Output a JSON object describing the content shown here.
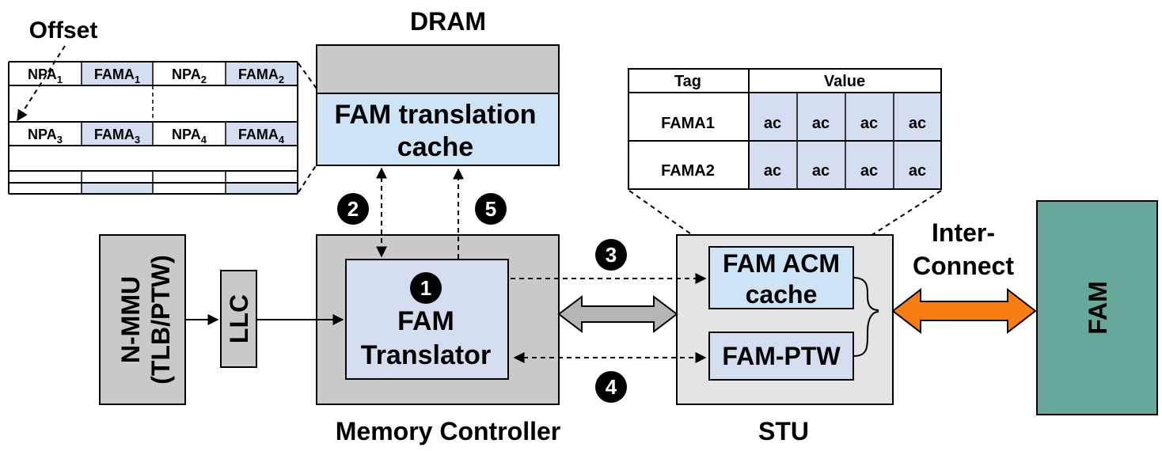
{
  "labels": {
    "offset": "Offset",
    "dram": "DRAM",
    "translation_cache_line1": "FAM translation",
    "translation_cache_line2": "cache",
    "nmmu_line1": "N-MMU",
    "nmmu_line2": "(TLB/PTW)",
    "llc": "LLC",
    "memory_controller": "Memory Controller",
    "fam_translator_line1": "FAM",
    "fam_translator_line2": "Translator",
    "stu": "STU",
    "acm_cache_line1": "FAM ACM",
    "acm_cache_line2": "cache",
    "fam_ptw": "FAM-PTW",
    "interconnect_line1": "Inter-",
    "interconnect_line2": "Connect",
    "fam": "FAM"
  },
  "cache_table": {
    "rows": [
      [
        {
          "base": "NPA",
          "sub": "1"
        },
        {
          "base": "FAMA",
          "sub": "1"
        },
        {
          "base": "NPA",
          "sub": "2"
        },
        {
          "base": "FAMA",
          "sub": "2"
        }
      ],
      [
        {
          "base": "NPA",
          "sub": "3"
        },
        {
          "base": "FAMA",
          "sub": "3"
        },
        {
          "base": "NPA",
          "sub": "4"
        },
        {
          "base": "FAMA",
          "sub": "4"
        }
      ]
    ]
  },
  "acm_table": {
    "headers": [
      "Tag",
      "Value"
    ],
    "rows": [
      {
        "tag": "FAMA1",
        "values": [
          "ac",
          "ac",
          "ac",
          "ac"
        ]
      },
      {
        "tag": "FAMA2",
        "values": [
          "ac",
          "ac",
          "ac",
          "ac"
        ]
      }
    ]
  },
  "steps": [
    "1",
    "2",
    "3",
    "4",
    "5"
  ],
  "colors": {
    "light_blue": "#cde4f7",
    "pale_blue": "#d4def0",
    "gray_box": "#c9c9c9",
    "light_gray_box": "#e4e4e4",
    "fam_green": "#66a99a",
    "interconnect_orange": "#f97e12",
    "bus_gray": "#b5b5b5"
  }
}
